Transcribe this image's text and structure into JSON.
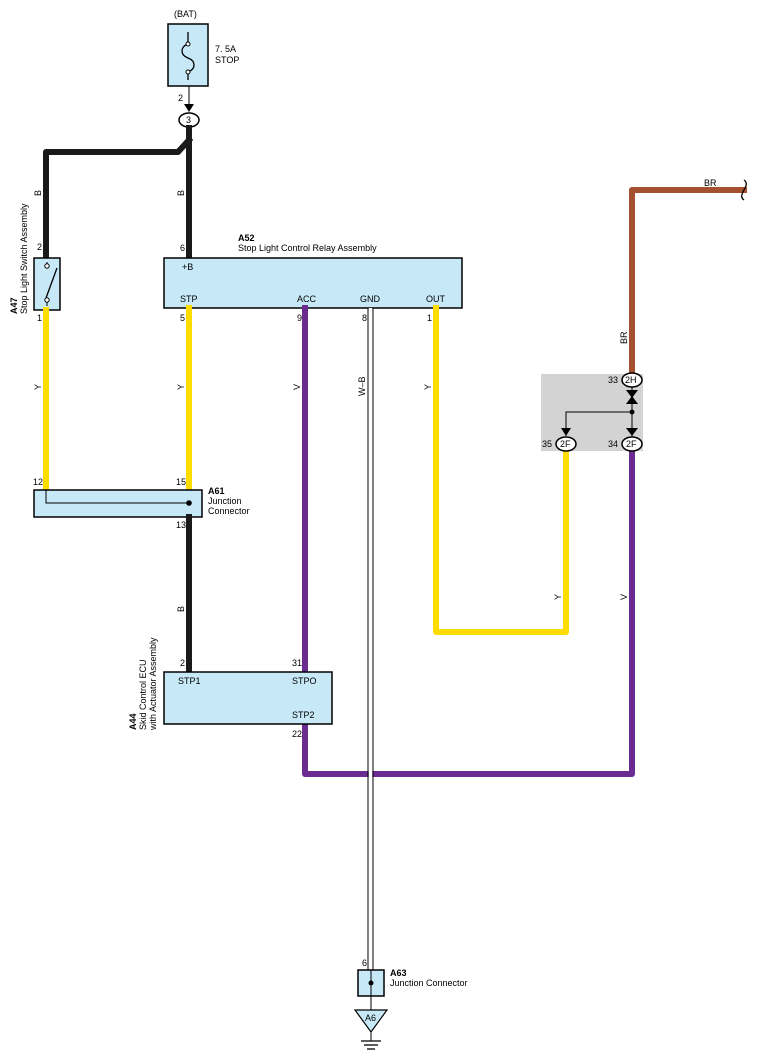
{
  "fuse": {
    "source": "(BAT)",
    "rating": "7. 5A",
    "name": "STOP",
    "pin": "2",
    "junction": "3"
  },
  "wire_colors": {
    "B": "#1a1a1a",
    "Y": "#ffdc00",
    "V": "#6b2c91",
    "BR": "#a5502f",
    "W-B": "#ffffff"
  },
  "wire_labels": {
    "b": "B",
    "y": "Y",
    "v": "V",
    "br": "BR",
    "wb": "W–B"
  },
  "a47": {
    "code": "A47",
    "name": "Stop Light Switch Assembly",
    "pin_top": "2",
    "pin_bottom": "1"
  },
  "a52": {
    "code": "A52",
    "name": "Stop Light Control Relay Assembly",
    "pin_in": "6",
    "terminal_in": "+B",
    "terminals": [
      "STP",
      "ACC",
      "GND",
      "OUT"
    ],
    "pins": [
      "5",
      "9",
      "8",
      "1"
    ]
  },
  "a61": {
    "code": "A61",
    "name_line1": "Junction",
    "name_line2": "Connector",
    "pin_left": "12",
    "pin_right": "15",
    "pin_bottom": "13"
  },
  "a44": {
    "code": "A44",
    "name_line1": "Skid Control ECU",
    "name_line2": "with Actuator Assembly",
    "pin_stp1": "2",
    "terminal_stp1": "STP1",
    "pin_stpo": "31",
    "terminal_stpo": "STPO",
    "pin_stp2": "22",
    "terminal_stp2": "STP2"
  },
  "a63": {
    "code": "A63",
    "name": "Junction Connector",
    "pin": "6"
  },
  "ground": {
    "code": "A6"
  },
  "junction_block": {
    "top_pin": "33",
    "top_conn": "2H",
    "left_pin": "35",
    "left_conn": "2F",
    "right_pin": "34",
    "right_conn": "2F"
  }
}
